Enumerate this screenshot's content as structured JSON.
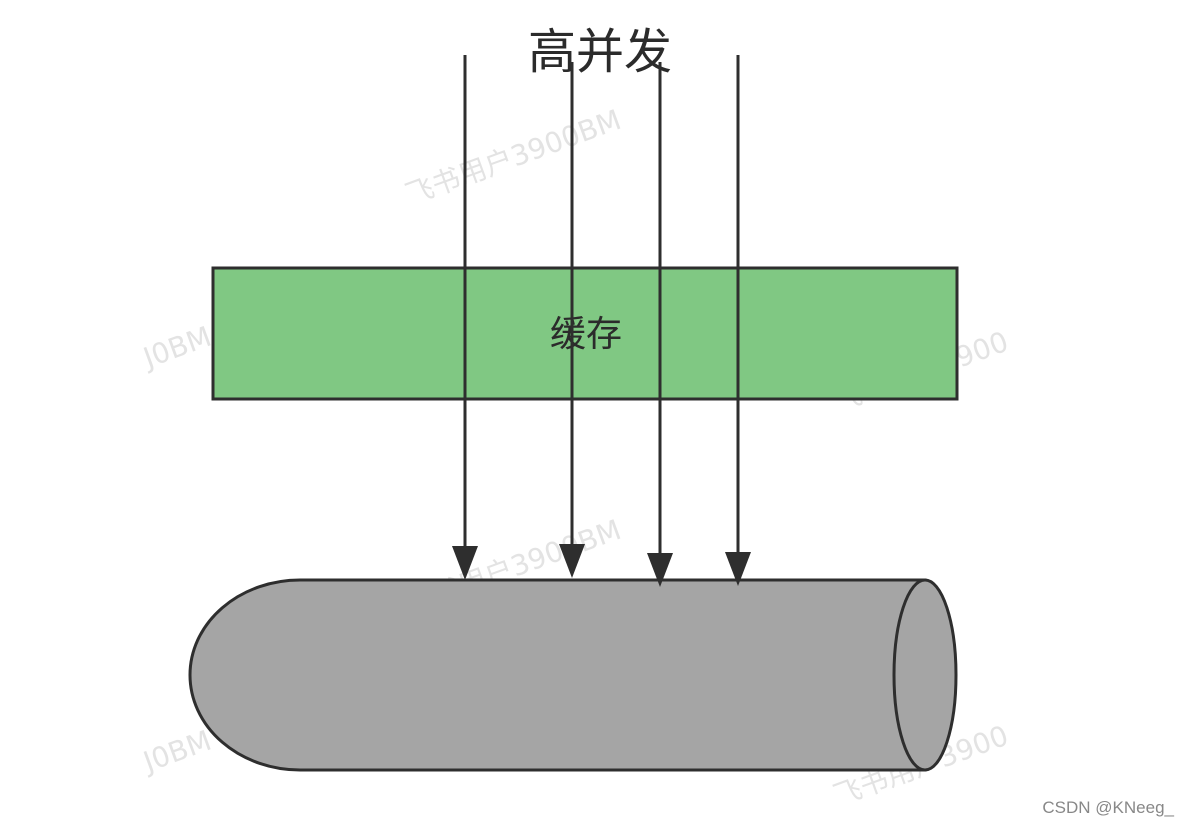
{
  "title": "高并发",
  "cache_label": "缓存",
  "watermarks": [
    "飞书用户3900BM",
    "J0BM",
    "飞书用户3900",
    "飞书用户3900BM",
    "J0BM",
    "飞书用户3900"
  ],
  "credit": "CSDN @KNeeg_",
  "colors": {
    "cache_fill": "#80c883",
    "database_fill": "#a5a5a5",
    "stroke": "#2e2e2e"
  },
  "arrow_count": 4
}
